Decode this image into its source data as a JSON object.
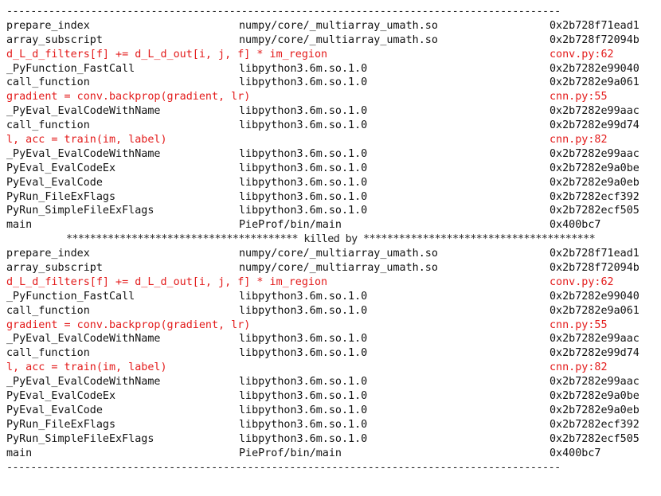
{
  "dash_rule": "--------------------------------------------------------------------------------------------",
  "star_separator": "*************************************** killed by ***************************************",
  "blocks": [
    {
      "rows": [
        {
          "func": "prepare_index",
          "lib": "numpy/core/_multiarray_umath.so",
          "addr": "0x2b728f71ead1",
          "hl": false
        },
        {
          "func": "array_subscript",
          "lib": "numpy/core/_multiarray_umath.so",
          "addr": "0x2b728f72094b",
          "hl": false
        },
        {
          "func": "d_L_d_filters[f] += d_L_d_out[i, j, f] * im_region",
          "lib": "",
          "addr": "conv.py:62",
          "hl": true
        },
        {
          "func": "_PyFunction_FastCall",
          "lib": "libpython3.6m.so.1.0",
          "addr": "0x2b7282e99040",
          "hl": false
        },
        {
          "func": "call_function",
          "lib": "libpython3.6m.so.1.0",
          "addr": "0x2b7282e9a061",
          "hl": false
        },
        {
          "func": "gradient = conv.backprop(gradient, lr)",
          "lib": "",
          "addr": "cnn.py:55",
          "hl": true
        },
        {
          "func": "_PyEval_EvalCodeWithName",
          "lib": "libpython3.6m.so.1.0",
          "addr": "0x2b7282e99aac",
          "hl": false
        },
        {
          "func": "call_function",
          "lib": "libpython3.6m.so.1.0",
          "addr": "0x2b7282e99d74",
          "hl": false
        },
        {
          "func": "l, acc = train(im, label)",
          "lib": "",
          "addr": "cnn.py:82",
          "hl": true
        },
        {
          "func": "_PyEval_EvalCodeWithName",
          "lib": "libpython3.6m.so.1.0",
          "addr": "0x2b7282e99aac",
          "hl": false
        },
        {
          "func": "PyEval_EvalCodeEx",
          "lib": "libpython3.6m.so.1.0",
          "addr": "0x2b7282e9a0be",
          "hl": false
        },
        {
          "func": "PyEval_EvalCode",
          "lib": "libpython3.6m.so.1.0",
          "addr": "0x2b7282e9a0eb",
          "hl": false
        },
        {
          "func": "PyRun_FileExFlags",
          "lib": "libpython3.6m.so.1.0",
          "addr": "0x2b7282ecf392",
          "hl": false
        },
        {
          "func": "PyRun_SimpleFileExFlags",
          "lib": "libpython3.6m.so.1.0",
          "addr": "0x2b7282ecf505",
          "hl": false
        },
        {
          "func": "main",
          "lib": "PieProf/bin/main",
          "addr": "0x400bc7",
          "hl": false
        }
      ]
    },
    {
      "rows": [
        {
          "func": "prepare_index",
          "lib": "numpy/core/_multiarray_umath.so",
          "addr": "0x2b728f71ead1",
          "hl": false
        },
        {
          "func": "array_subscript",
          "lib": "numpy/core/_multiarray_umath.so",
          "addr": "0x2b728f72094b",
          "hl": false
        },
        {
          "func": "d_L_d_filters[f] += d_L_d_out[i, j, f] * im_region",
          "lib": "",
          "addr": "conv.py:62",
          "hl": true
        },
        {
          "func": "_PyFunction_FastCall",
          "lib": "libpython3.6m.so.1.0",
          "addr": "0x2b7282e99040",
          "hl": false
        },
        {
          "func": "call_function",
          "lib": "libpython3.6m.so.1.0",
          "addr": "0x2b7282e9a061",
          "hl": false
        },
        {
          "func": "gradient = conv.backprop(gradient, lr)",
          "lib": "",
          "addr": "cnn.py:55",
          "hl": true
        },
        {
          "func": "_PyEval_EvalCodeWithName",
          "lib": "libpython3.6m.so.1.0",
          "addr": "0x2b7282e99aac",
          "hl": false
        },
        {
          "func": "call_function",
          "lib": "libpython3.6m.so.1.0",
          "addr": "0x2b7282e99d74",
          "hl": false
        },
        {
          "func": "l, acc = train(im, label)",
          "lib": "",
          "addr": "cnn.py:82",
          "hl": true
        },
        {
          "func": "_PyEval_EvalCodeWithName",
          "lib": "libpython3.6m.so.1.0",
          "addr": "0x2b7282e99aac",
          "hl": false
        },
        {
          "func": "PyEval_EvalCodeEx",
          "lib": "libpython3.6m.so.1.0",
          "addr": "0x2b7282e9a0be",
          "hl": false
        },
        {
          "func": "PyEval_EvalCode",
          "lib": "libpython3.6m.so.1.0",
          "addr": "0x2b7282e9a0eb",
          "hl": false
        },
        {
          "func": "PyRun_FileExFlags",
          "lib": "libpython3.6m.so.1.0",
          "addr": "0x2b7282ecf392",
          "hl": false
        },
        {
          "func": "PyRun_SimpleFileExFlags",
          "lib": "libpython3.6m.so.1.0",
          "addr": "0x2b7282ecf505",
          "hl": false
        },
        {
          "func": "main",
          "lib": "PieProf/bin/main",
          "addr": "0x400bc7",
          "hl": false
        }
      ]
    }
  ],
  "colors": {
    "text": "#111111",
    "highlight": "#e31b1b",
    "background": "#ffffff"
  }
}
